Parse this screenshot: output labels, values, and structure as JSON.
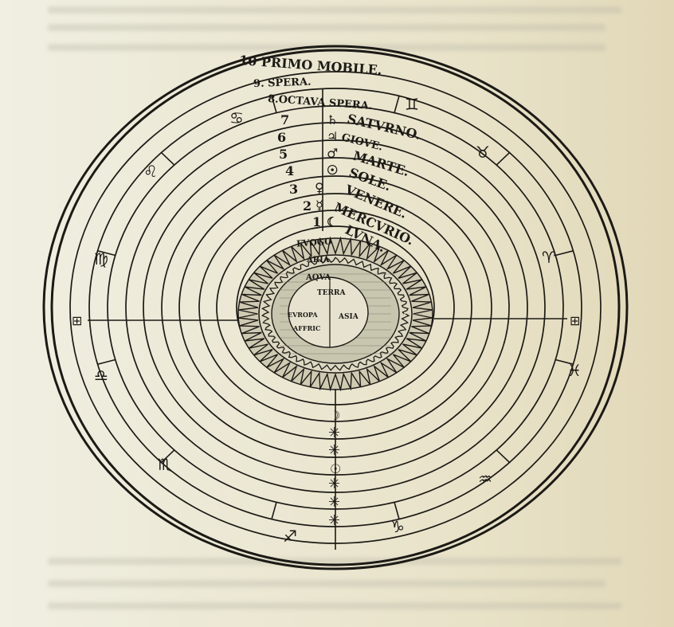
{
  "spheres": {
    "primo_mobile": "10 PRIMO MOBILE.",
    "nona": "9. SPERA.",
    "octava": "8.OCTAVA SPERA."
  },
  "planets": [
    {
      "number": "7",
      "symbol": "♄",
      "name": "SATVRNO."
    },
    {
      "number": "6",
      "symbol": "♃",
      "name": "GIOVE."
    },
    {
      "number": "5",
      "symbol": "♂",
      "name": "MARTE."
    },
    {
      "number": "4",
      "symbol": "☉",
      "name": "SOLE."
    },
    {
      "number": "3",
      "symbol": "♀",
      "name": "VENERE."
    },
    {
      "number": "2",
      "symbol": "☿",
      "name": "MERCVRIO."
    },
    {
      "number": "1",
      "symbol": "☾",
      "name": "LVNA."
    }
  ],
  "elements": {
    "fire": "FVOGO",
    "air": "ARIA",
    "water": "AQVA",
    "earth": "TERRA",
    "europe": "EVROPA",
    "asia": "ASIA",
    "africa": "AFFRIC"
  },
  "zodiac": [
    "♋",
    "♊",
    "♉",
    "♈",
    "♓",
    "♒",
    "♑",
    "♐",
    "♏",
    "♎",
    "♍",
    "♌"
  ],
  "equinox_marks": [
    "⊞",
    "⊞"
  ],
  "colors": {
    "ink": "#1c1a16",
    "paper": "#ebe6cf"
  }
}
